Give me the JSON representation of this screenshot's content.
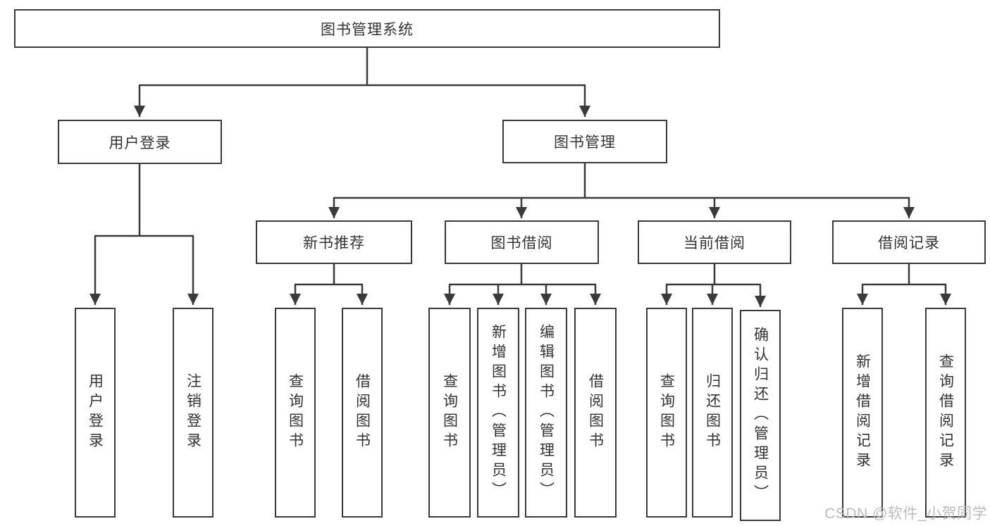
{
  "diagram": {
    "root": "图书管理系统",
    "user_login": {
      "label": "用户登录",
      "children": [
        "用户登录",
        "注销登录"
      ]
    },
    "book_mgmt": {
      "label": "图书管理",
      "sections": [
        {
          "label": "新书推荐",
          "children": [
            "查询图书",
            "借阅图书"
          ]
        },
        {
          "label": "图书借阅",
          "children": [
            "查询图书",
            "新增图书（管理员）",
            "编辑图书（管理员）",
            "借阅图书"
          ]
        },
        {
          "label": "当前借阅",
          "children": [
            "查询图书",
            "归还图书",
            "确认归还（管理员）"
          ]
        },
        {
          "label": "借阅记录",
          "children": [
            "新增借阅记录",
            "查询借阅记录"
          ]
        }
      ]
    }
  },
  "watermark": {
    "text": "CSDN @软件_小贺同学"
  },
  "colors": {
    "line": "#3a3a3a",
    "text": "#333333",
    "box-bg": "#ffffff",
    "background": "#ffffff",
    "watermark": "#b9bdc3"
  }
}
